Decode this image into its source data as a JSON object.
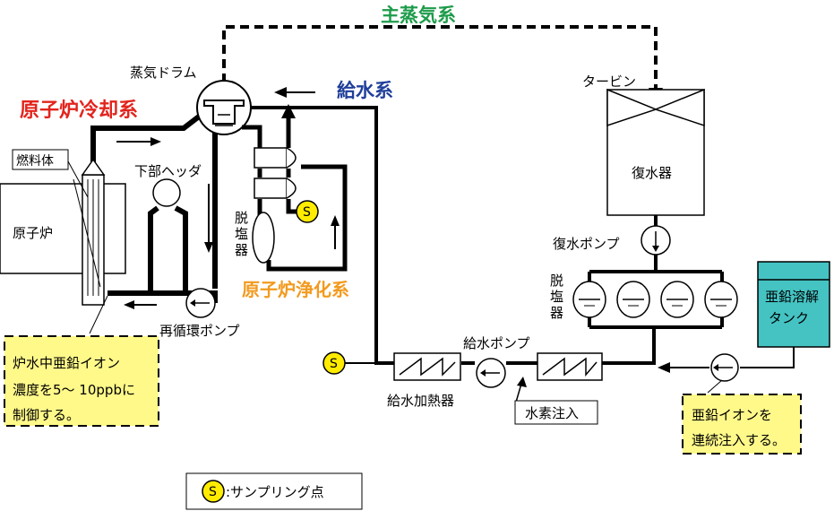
{
  "systems": {
    "primary_cooling": "原子炉冷却系",
    "main_steam": "主蒸気系",
    "feedwater": "給水系",
    "cleanup": "原子炉浄化系"
  },
  "components": {
    "steam_drum": "蒸気ドラム",
    "turbine": "タービン",
    "condenser": "復水器",
    "condensate_pump": "復水ポンプ",
    "demineralizer_cond": [
      "脱",
      "塩",
      "器"
    ],
    "demineralizer_cleanup": [
      "脱",
      "塩",
      "器"
    ],
    "fuel": "燃料体",
    "reactor": "原子炉",
    "lower_header": "下部ヘッダ",
    "recirc_pump": "再循環ポンプ",
    "feedwater_pump": "給水ポンプ",
    "feedwater_heater": "給水加熱器",
    "hydrogen_injection": "水素注入",
    "zinc_tank": [
      "亜鉛溶解",
      "タンク"
    ]
  },
  "notes": {
    "reactor_zinc": [
      "炉水中亜鉛イオン",
      "濃度を5～ 10ppbに",
      "制御する。"
    ],
    "zinc_injection": [
      "亜鉛イオンを",
      "連続注入する。"
    ]
  },
  "legend": {
    "symbol": "S",
    "label": ":サンプリング点"
  },
  "colors": {
    "red": "#e2241d",
    "green": "#1d9b4a",
    "blue": "#1f3f9a",
    "orange": "#f29a1f",
    "note_fill": "#fff98a",
    "tank_fill": "#45c3c3",
    "sample_fill": "#ffec00"
  }
}
